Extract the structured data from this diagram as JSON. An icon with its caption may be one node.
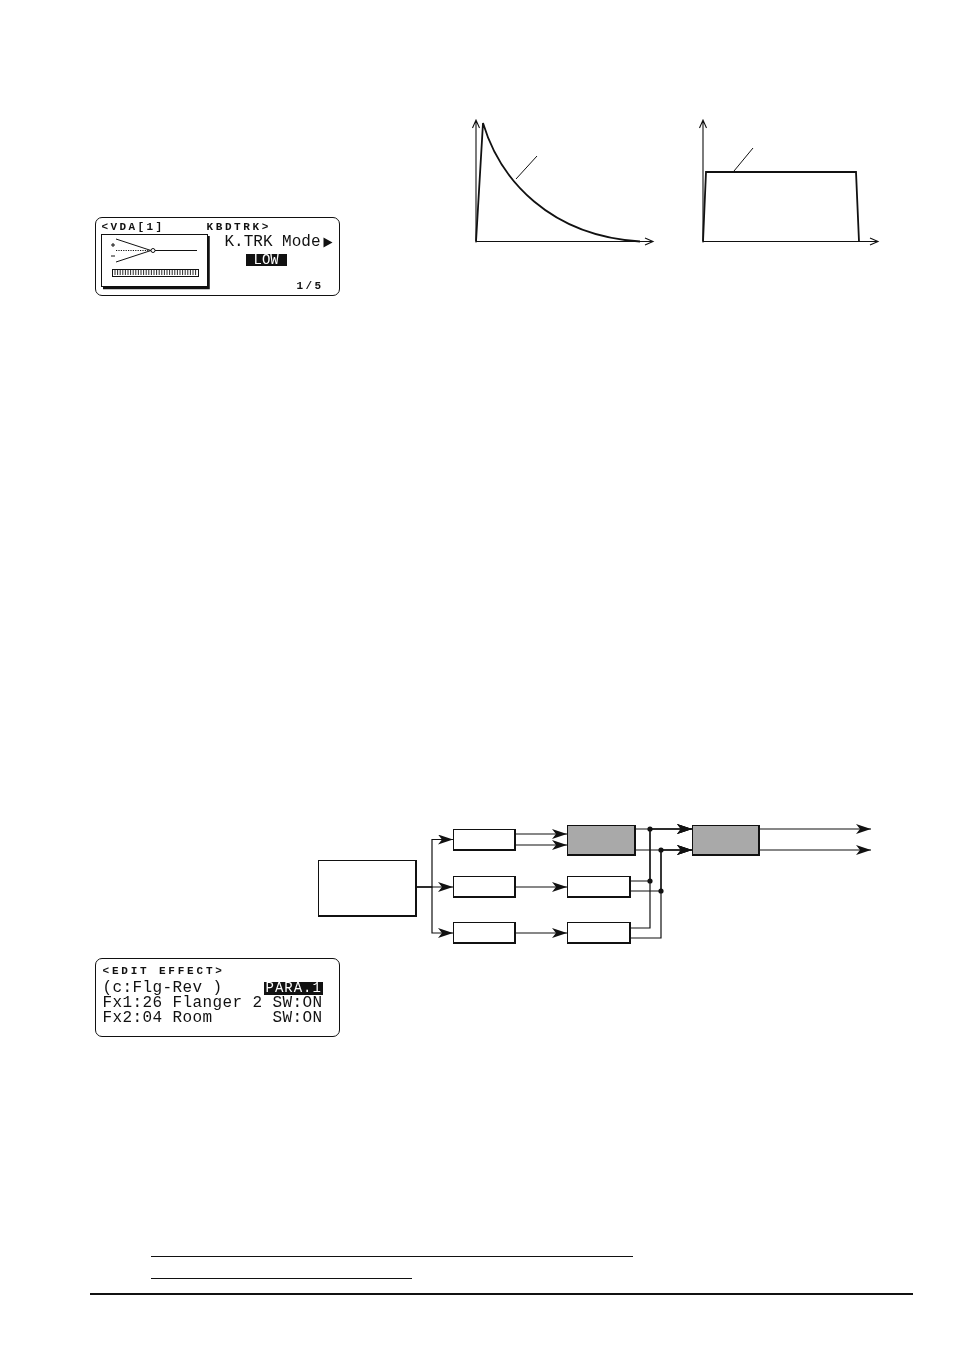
{
  "diagram": {
    "nodes": [
      {
        "text": [],
        "shape": "box"
      },
      {
        "text": [],
        "shape": "box"
      },
      {
        "text": [],
        "shape": "box"
      },
      {
        "text": [],
        "shape": "box"
      },
      {
        "text": [],
        "shape": "box"
      },
      {
        "text": [],
        "shape": "box"
      },
      {
        "text": [],
        "shape": "box"
      },
      {
        "text": [],
        "shape": "box"
      }
    ],
    "edges": [
      {
        "from": 0,
        "to": 1,
        "arrow": "to"
      },
      {
        "from": 0,
        "to": 2,
        "arrow": "to"
      },
      {
        "from": 0,
        "to": 3,
        "arrow": "to"
      },
      {
        "from": 1,
        "to": 4,
        "arrow": "to"
      },
      {
        "from": 1,
        "to": 4,
        "arrow": "to"
      },
      {
        "from": 2,
        "to": 5,
        "arrow": "to"
      },
      {
        "from": 3,
        "to": 6,
        "arrow": "to"
      },
      {
        "from": 4,
        "to": 7,
        "arrow": "to"
      },
      {
        "from": 4,
        "to": 7,
        "arrow": "to"
      },
      {
        "from": 5,
        "to": 7,
        "arrow": "to"
      },
      {
        "from": 5,
        "to": 7,
        "arrow": "to"
      },
      {
        "from": 6,
        "to": 7,
        "arrow": "to"
      },
      {
        "from": 6,
        "to": 7,
        "arrow": "to"
      },
      {
        "from": 7,
        "to": null,
        "arrow": "to"
      },
      {
        "from": 7,
        "to": null,
        "arrow": "to"
      }
    ],
    "labels": [
      "<VDA[1]",
      "KBDTRK>",
      "K.TRK Mode",
      "LOW",
      "1/5",
      "<EDIT EFFECT>",
      "(c:Flg-Rev )",
      "PARA.1",
      "Fx1:26 Flanger 2",
      "SW:ON",
      "Fx2:04 Room",
      "SW:ON"
    ]
  }
}
